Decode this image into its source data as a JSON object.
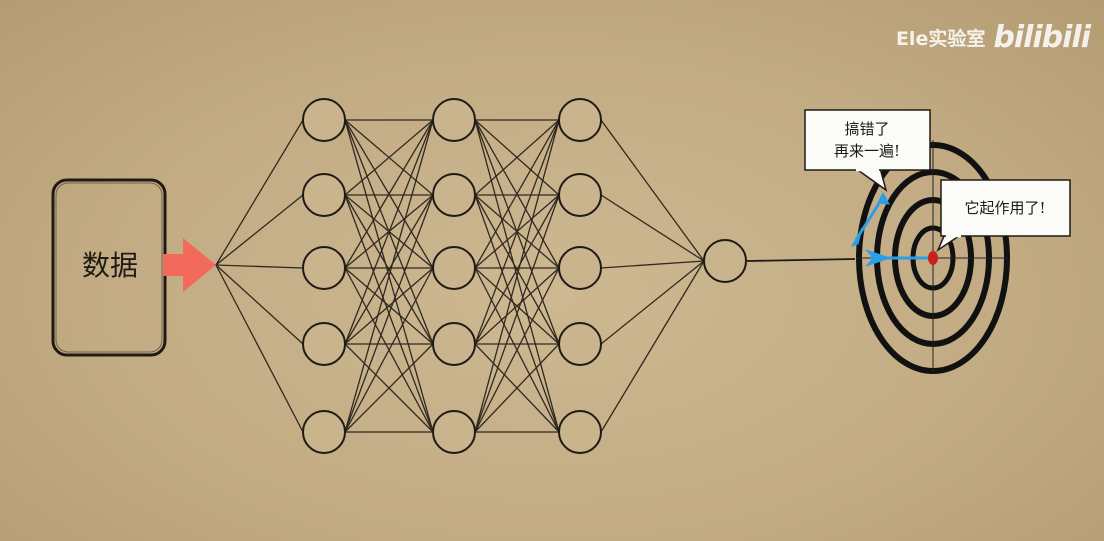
{
  "data_box": {
    "label": "数据"
  },
  "speech": {
    "wrong_line1": "搞错了",
    "wrong_line2": "再来一遍!",
    "works": "它起作用了!"
  },
  "watermark": {
    "channel": "Ele实验室",
    "logo": "bilibili"
  },
  "colors": {
    "arrow": "#f26a5c",
    "dart": "#2a9ee6",
    "bullseye": "#c8201c",
    "ink": "#1f1a14"
  }
}
